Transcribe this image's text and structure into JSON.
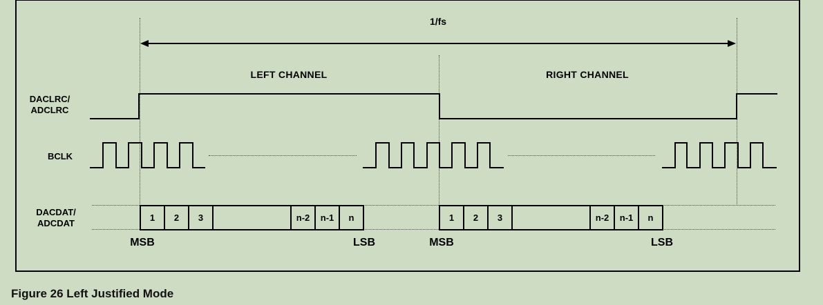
{
  "colors": {
    "background": "#cfdcc4",
    "line": "#000000",
    "dotted": "#474747"
  },
  "caption": "Figure 26 Left Justified Mode",
  "diagram": {
    "period_label": "1/fs",
    "channels": {
      "left": "LEFT CHANNEL",
      "right": "RIGHT CHANNEL"
    },
    "signals": {
      "lrclk": {
        "label_line1": "DACLRC/",
        "label_line2": "ADCLRC"
      },
      "bclk": {
        "label": "BCLK"
      },
      "dat": {
        "label_line1": "DACDAT/",
        "label_line2": "ADCDAT"
      }
    },
    "data_frames": {
      "cells": [
        "1",
        "2",
        "3",
        "",
        "n-2",
        "n-1",
        "n"
      ],
      "msb_label": "MSB",
      "lsb_label": "LSB"
    }
  }
}
